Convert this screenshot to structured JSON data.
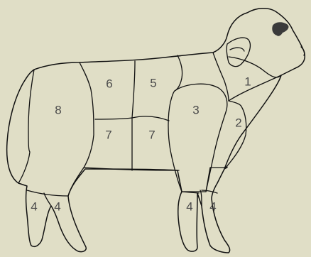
{
  "diagram": {
    "colors": {
      "background": "#e0dec6",
      "line": "#111111",
      "label": "#4a4a4a",
      "eye": "#3a3a3a"
    },
    "labels": {
      "cut_1": "1",
      "cut_2": "2",
      "cut_3": "3",
      "cut_4_hind_rear": "4",
      "cut_4_hind_front": "4",
      "cut_4_fore_rear": "4",
      "cut_4_fore_front": "4",
      "cut_5": "5",
      "cut_6": "6",
      "cut_7_rear": "7",
      "cut_7_front": "7",
      "cut_8": "8"
    }
  }
}
